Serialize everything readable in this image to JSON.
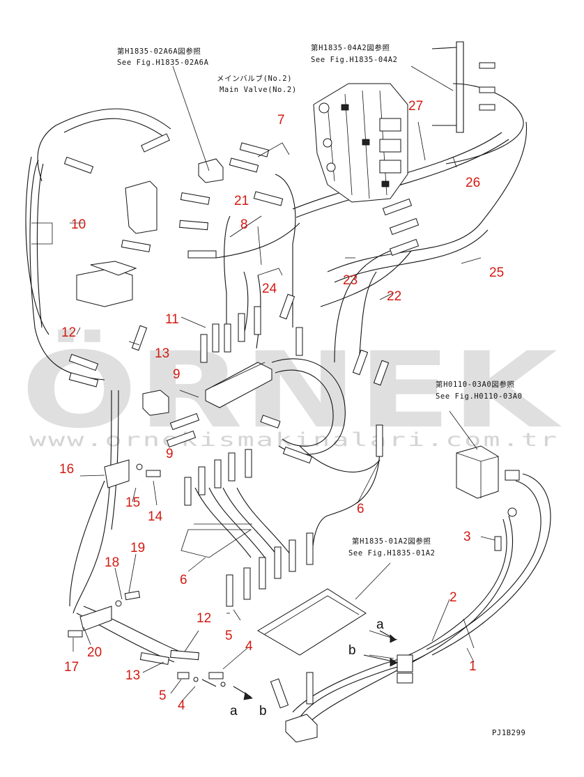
{
  "references": {
    "fig_02a6a_jp": "第H1835-02A6A図参照",
    "fig_02a6a_en": "See Fig.H1835-02A6A",
    "fig_04a2_jp": "第H1835-04A2図参照",
    "fig_04a2_en": "See Fig.H1835-04A2",
    "main_valve_jp": "メインバルブ(No.2)",
    "main_valve_en": "Main Valve(No.2)",
    "fig_03a0_jp": "第H0110-03A0図参照",
    "fig_03a0_en": "See Fig.H0110-03A0",
    "fig_01a2_jp": "第H1835-01A2図参照",
    "fig_01a2_en": "See Fig.H1835-01A2"
  },
  "callouts": {
    "c7": "7",
    "c21": "21",
    "c8": "8",
    "c10": "10",
    "c27": "27",
    "c26": "26",
    "c24": "24",
    "c23": "23",
    "c25": "25",
    "c22": "22",
    "c11": "11",
    "c12a": "12",
    "c13a": "13",
    "c9a": "9",
    "c9b": "9",
    "c16": "16",
    "c15": "15",
    "c14": "14",
    "c6a": "6",
    "c3": "3",
    "c6b": "6",
    "c2": "2",
    "c19": "19",
    "c18": "18",
    "c12b": "12",
    "c4a": "4",
    "c5a": "5",
    "c20": "20",
    "c17": "17",
    "c13b": "13",
    "c5b": "5",
    "c4b": "4",
    "c1": "1"
  },
  "flow_labels": {
    "a1": "a",
    "b1": "b",
    "a2": "a",
    "b2": "b"
  },
  "drawing_code": "PJ1B299",
  "watermark": {
    "brand": "ÖRNEK",
    "url": "www.ornekismakinalari.com.tr"
  },
  "colors": {
    "callout": "#d21a12",
    "line": "#111111",
    "watermark": "#c6c6c6"
  }
}
